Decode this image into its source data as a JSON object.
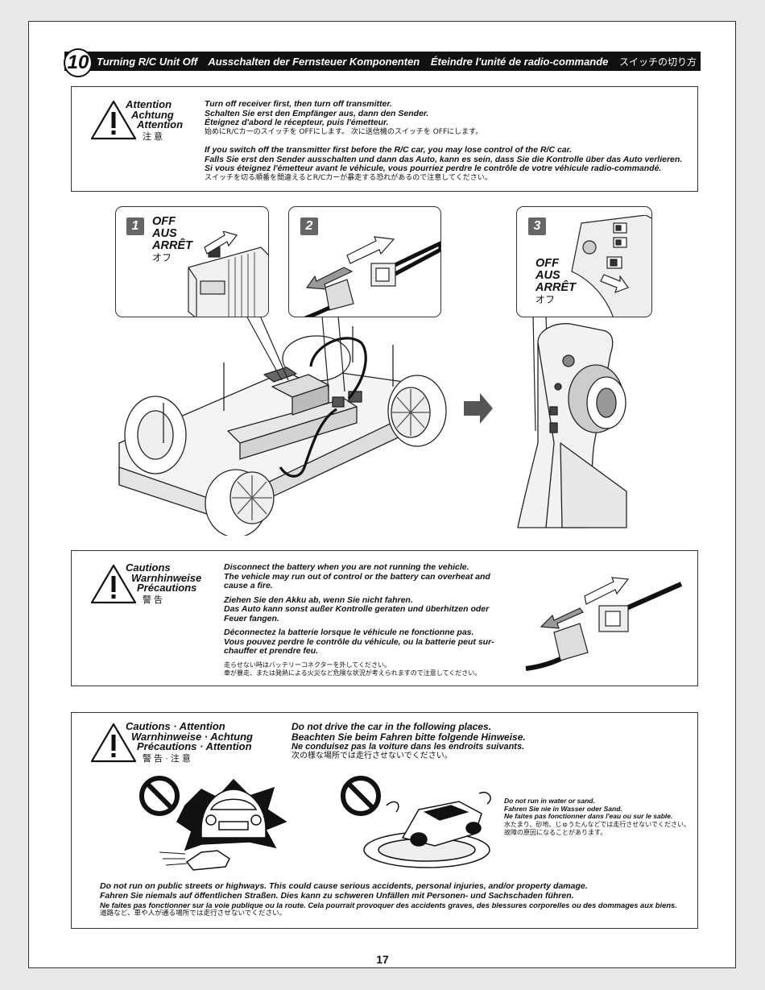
{
  "step": {
    "number": "10",
    "titles": [
      "Turning R/C Unit Off",
      "Ausschalten der Fernsteuer Komponenten",
      "Éteindre l'unité de radio-commande"
    ],
    "title_jp": "スイッチの切り方"
  },
  "attention": {
    "heading": [
      "Attention",
      "Achtung",
      "Attention"
    ],
    "heading_jp": "注 意",
    "para1": [
      "Turn off receiver first, then turn off transmitter.",
      "Schalten Sie erst den Empfänger aus, dann den Sender.",
      "Éteignez d'abord le récepteur, puis l'émetteur."
    ],
    "para1_jp": "始めにR/Cカーのスイッチを OFFにします。 次に送信機のスイッチを OFFにします。",
    "para2": [
      "If you switch off the transmitter first before the R/C car, you may lose control of the R/C car.",
      "Falls Sie erst den Sender ausschalten und dann das Auto, kann es sein, dass Sie die Kontrolle über das Auto verlieren.",
      "Si vous éteignez l'émetteur avant le véhicule, vous pourriez perdre le contrôle de votre véhicule radio-commandé."
    ],
    "para2_jp": "スイッチを切る順番を間違えるとR/Cカーが暴走する恐れがあるので注意してください。"
  },
  "figure": {
    "callout1": {
      "badge": "1",
      "labels": [
        "OFF",
        "AUS",
        "ARRÊT"
      ],
      "label_jp": "オフ"
    },
    "callout2": {
      "badge": "2"
    },
    "callout3": {
      "badge": "3",
      "labels": [
        "OFF",
        "AUS",
        "ARRÊT"
      ],
      "label_jp": "オフ"
    }
  },
  "cautions1": {
    "heading": [
      "Cautions",
      "Warnhinweise",
      "Précautions"
    ],
    "heading_jp": "警 告",
    "en": [
      "Disconnect the battery when you are not running the vehicle.",
      "The vehicle may run out of control or the battery can overheat and",
      "cause a fire."
    ],
    "de": [
      "Ziehen Sie den Akku ab, wenn Sie nicht fahren.",
      "Das Auto kann sonst außer Kontrolle geraten und überhitzen oder",
      "Feuer fangen."
    ],
    "fr": [
      "Déconnectez la batterie lorsque le véhicule ne fonctionne pas.",
      "Vous pouvez perdre le contrôle du véhicule, ou la batterie peut sur-",
      "chauffer et prendre feu."
    ],
    "jp": [
      "走らせない時はバッテリーコネクターを外してください。",
      "車が暴走、または発熱による火災など危険な状況が考えられますので注意してください。"
    ]
  },
  "cautions2": {
    "heading": [
      "Cautions · Attention",
      "Warnhinweise · Achtung",
      "Précautions · Attention"
    ],
    "heading_jp": "警 告 · 注 意",
    "intro": [
      "Do not drive the car in the following places.",
      "Beachten Sie beim Fahren bitte folgende Hinweise."
    ],
    "intro_fr": "Ne conduisez pas la voiture dans les endroits suivants.",
    "intro_jp": "次の様な場所では走行させないでください。",
    "water": [
      "Do not run in water or sand.",
      "Fahren Sie nie in Wasser oder Sand.",
      "Ne faites pas fonctionner dans l'eau ou sur le sable."
    ],
    "water_jp": [
      "水たまり、砂地、じゅうたんなどでは走行させないでください。",
      "故障の原因になることがあります。"
    ],
    "roads": [
      "Do not run on public streets or highways. This could cause serious accidents, personal injuries, and/or property damage.",
      "Fahren Sie niemals auf öffentlichen Straßen. Dies kann zu schweren Unfällen mit Personen- und Sachschaden führen."
    ],
    "roads_fr": "Ne faites pas fonctionner sur la voie publique ou la route. Cela pourrait provoquer des accidents graves, des blessures corporelles ou des dommages aux biens.",
    "roads_jp": "道路など、車や人が通る場所では走行させないでください。"
  },
  "page_number": "17"
}
